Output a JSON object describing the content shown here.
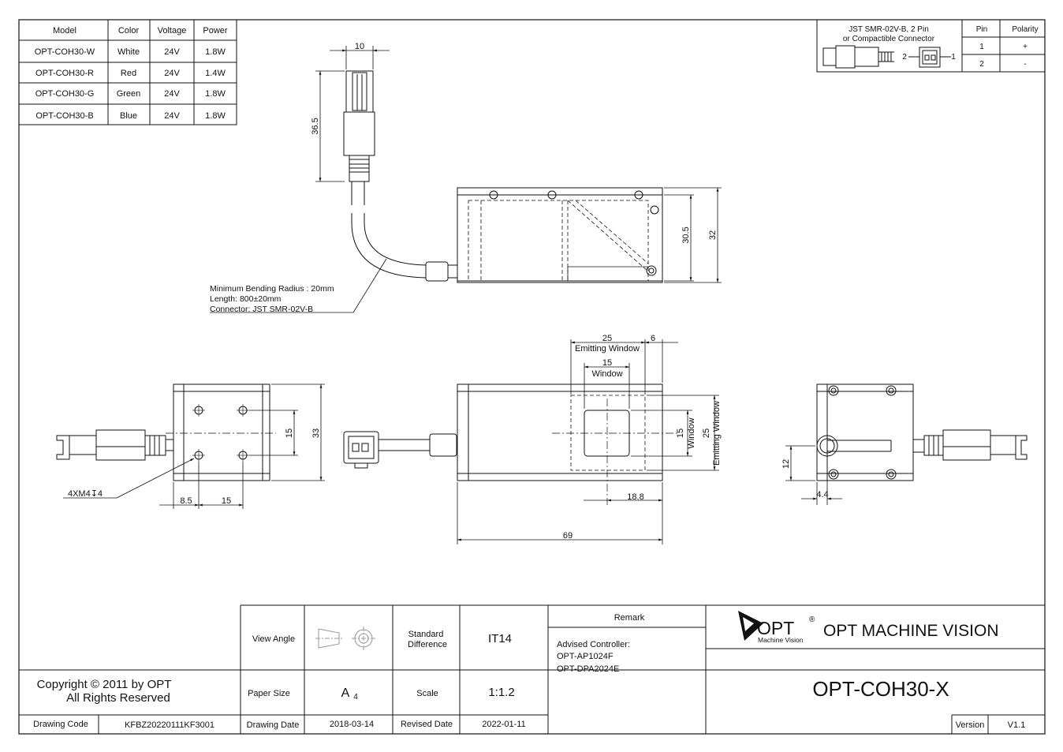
{
  "model_table": {
    "headers": [
      "Model",
      "Color",
      "Voltage",
      "Power"
    ],
    "rows": [
      [
        "OPT-COH30-W",
        "White",
        "24V",
        "1.8W"
      ],
      [
        "OPT-COH30-R",
        "Red",
        "24V",
        "1.4W"
      ],
      [
        "OPT-COH30-G",
        "Green",
        "24V",
        "1.8W"
      ],
      [
        "OPT-COH30-B",
        "Blue",
        "24V",
        "1.8W"
      ]
    ]
  },
  "connector_table": {
    "title_line1": "JST SMR-02V-B, 2 Pin",
    "title_line2": "or Compactible Connector",
    "pin_header": "Pin",
    "polarity_header": "Polarity",
    "rows": [
      [
        "1",
        "+"
      ],
      [
        "2",
        "-"
      ]
    ],
    "pin_label_left": "2",
    "pin_label_right": "1"
  },
  "cable_notes": {
    "line1": "Minimum Bending Radius : 20mm",
    "line2": "Length: 800±20mm",
    "line3": "Connector: JST SMR-02V-B"
  },
  "dimensions": {
    "conn_width": "10",
    "conn_length": "36.5",
    "body_height_inner": "30.5",
    "body_height": "32",
    "emit_window_width": "25",
    "edge_offset": "6",
    "window_width": "15",
    "window_height": "15",
    "emit_window_height": "25",
    "window_offset": "18.8",
    "body_length": "69",
    "hole_spacing_v": "15",
    "side_height": "33",
    "hole_offset": "8.5",
    "hole_spacing_h": "15",
    "rear_height": "12",
    "rear_offset": "4.4"
  },
  "labels": {
    "emitting_window": "Emitting Window",
    "window": "Window",
    "thread_spec": "4XM4↧4"
  },
  "title_block": {
    "copyright_line1": "Copyright © 2011 by OPT",
    "copyright_line2": "All Rights Reserved",
    "drawing_code_label": "Drawing Code",
    "drawing_code": "KFBZ20220111KF3001",
    "view_angle_label": "View Angle",
    "standard_difference_label_1": "Standard",
    "standard_difference_label_2": "Difference",
    "standard_difference": "IT14",
    "paper_size_label": "Paper Size",
    "paper_size": "A",
    "paper_size_sub": "4",
    "scale_label": "Scale",
    "scale": "1:1.2",
    "drawing_date_label": "Drawing Date",
    "drawing_date": "2018-03-14",
    "revised_date_label": "Revised Date",
    "revised_date": "2022-01-11",
    "remark_label": "Remark",
    "remark_line1": "Advised Controller:",
    "remark_line2": "OPT-AP1024F",
    "remark_line3": "OPT-DPA2024E",
    "logo_text": "OPT",
    "logo_reg": "®",
    "logo_sub": "Machine Vision",
    "company": "OPT MACHINE VISION",
    "part_number": "OPT-COH30-X",
    "version_label": "Version",
    "version": "V1.1"
  }
}
